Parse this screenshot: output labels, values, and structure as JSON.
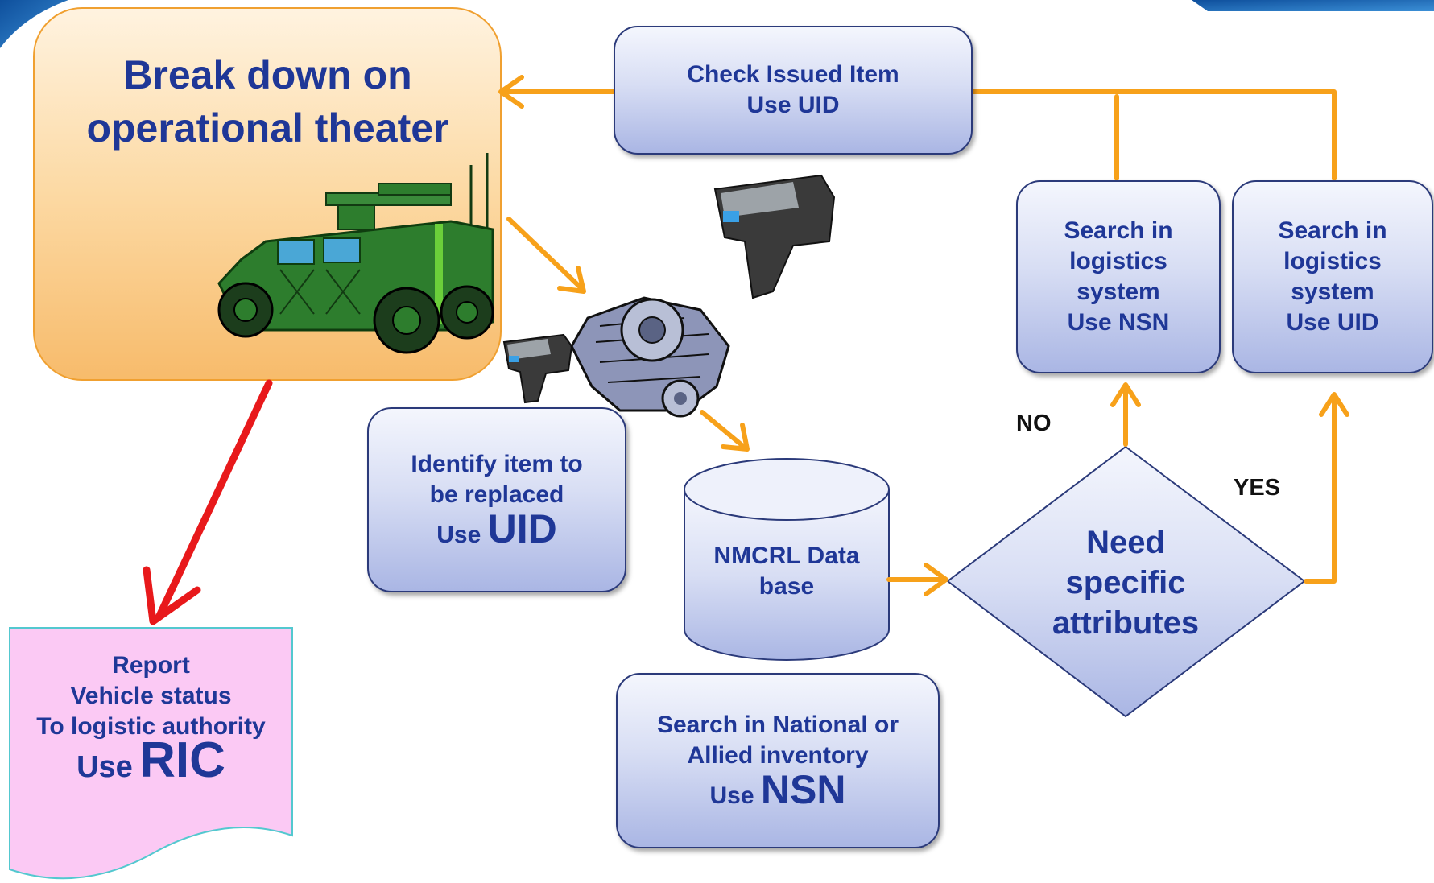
{
  "breakdown": {
    "line1": "Break down on",
    "line2": "operational theater"
  },
  "check_issued": {
    "line1": "Check Issued Item",
    "line2": "Use UID"
  },
  "search_nsn": {
    "line1": "Search in",
    "line2": "logistics",
    "line3": "system",
    "line4": "Use NSN"
  },
  "search_uid": {
    "line1": "Search in",
    "line2": "logistics",
    "line3": "system",
    "line4": "Use UID"
  },
  "identify": {
    "line1": "Identify item to",
    "line2": "be replaced",
    "use": "Use",
    "code": "UID"
  },
  "database": {
    "line1": "NMCRL Data",
    "line2": "base"
  },
  "decision": {
    "line1": "Need",
    "line2": "specific",
    "line3": "attributes"
  },
  "national": {
    "line1": "Search in National or",
    "line2": "Allied inventory",
    "use": "Use",
    "code": "NSN"
  },
  "report": {
    "line1": "Report",
    "line2": "Vehicle status",
    "line3": "To logistic authority",
    "use": "Use",
    "code": "RIC"
  },
  "labels": {
    "no": "NO",
    "yes": "YES"
  },
  "colors": {
    "arrow": "#f7a11a",
    "red_arrow": "#e8191b",
    "text": "#1f3797",
    "vehicle": "#2d7d2d"
  }
}
